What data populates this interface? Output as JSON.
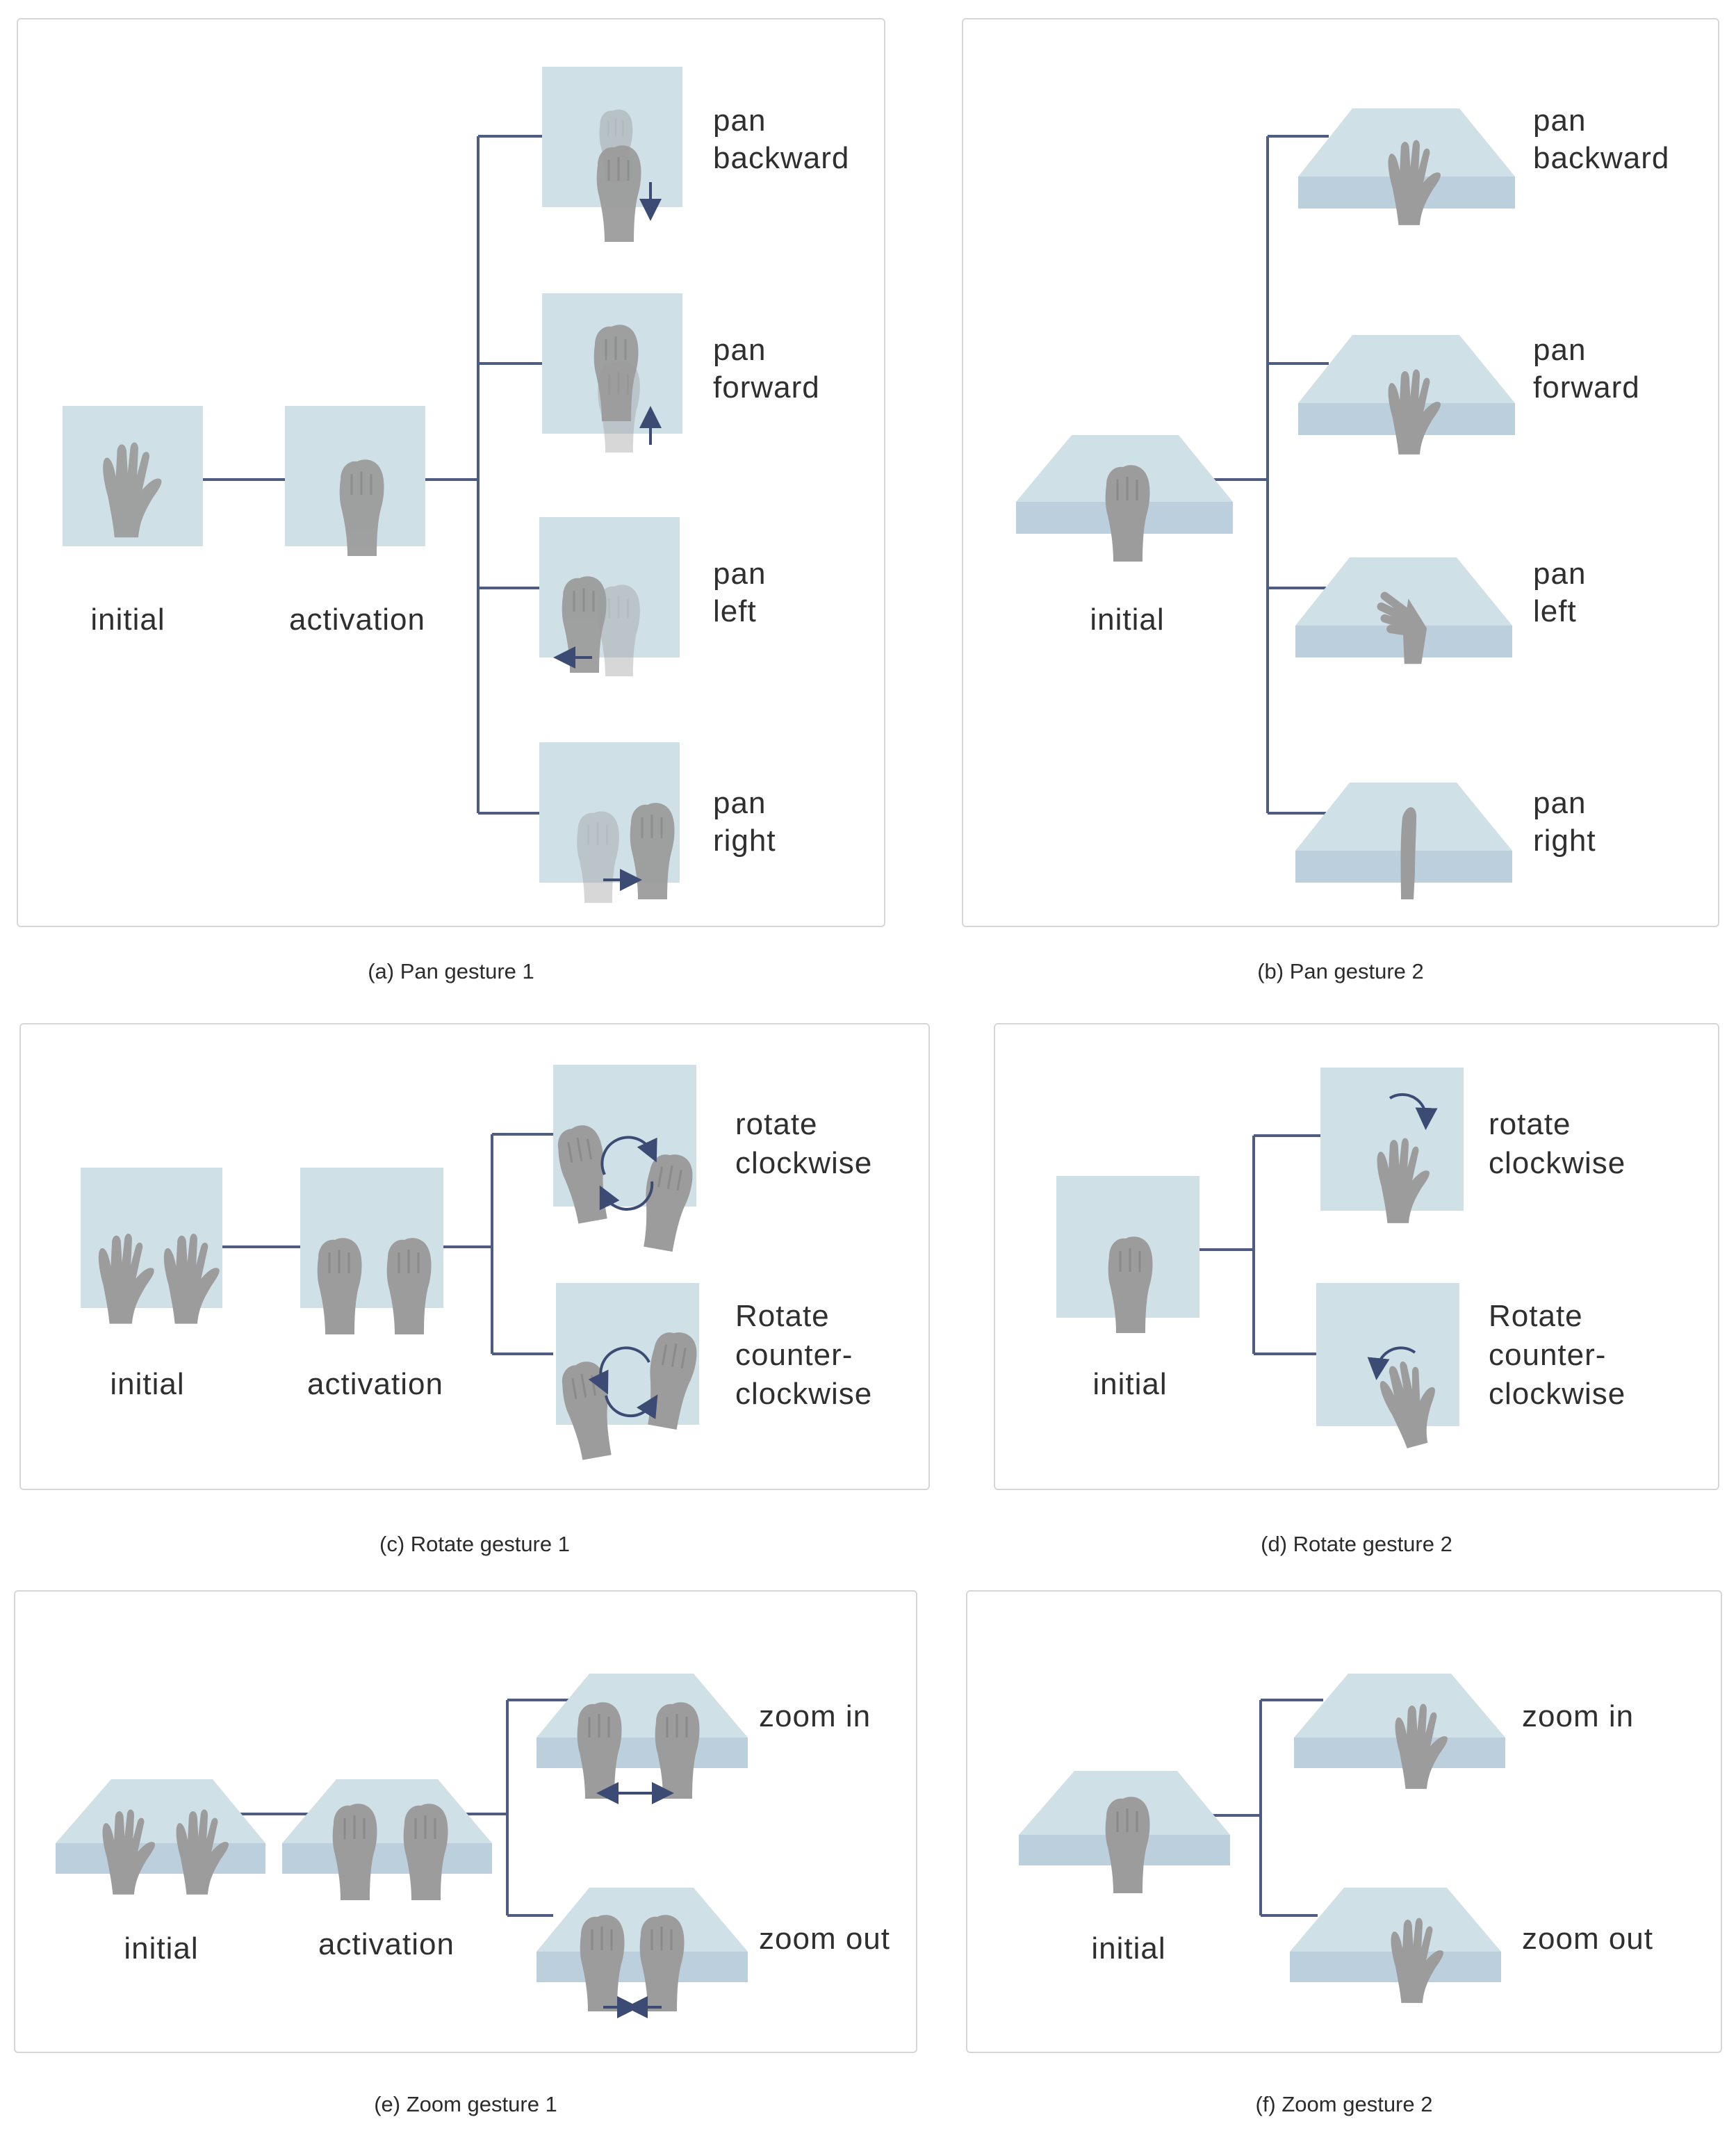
{
  "panels": {
    "a": {
      "caption": "(a) Pan gesture 1",
      "initial": "initial",
      "activation": "activation",
      "branch1": [
        "pan",
        "backward"
      ],
      "branch2": [
        "pan",
        "forward"
      ],
      "branch3": [
        "pan",
        "left"
      ],
      "branch4": [
        "pan",
        "right"
      ]
    },
    "b": {
      "caption": "(b) Pan gesture 2",
      "initial": "initial",
      "branch1": [
        "pan",
        "backward"
      ],
      "branch2": [
        "pan",
        "forward"
      ],
      "branch3": [
        "pan",
        "left"
      ],
      "branch4": [
        "pan",
        "right"
      ]
    },
    "c": {
      "caption": "(c) Rotate gesture 1",
      "initial": "initial",
      "activation": "activation",
      "branch1": [
        "rotate",
        "clockwise"
      ],
      "branch2": [
        "Rotate",
        "counter-",
        "clockwise"
      ]
    },
    "d": {
      "caption": "(d) Rotate gesture 2",
      "initial": "initial",
      "branch1": [
        "rotate",
        "clockwise"
      ],
      "branch2": [
        "Rotate",
        "counter-",
        "clockwise"
      ]
    },
    "e": {
      "caption": "(e) Zoom gesture 1",
      "initial": "initial",
      "activation": "activation",
      "branch1": [
        "zoom in"
      ],
      "branch2": [
        "zoom out"
      ]
    },
    "f": {
      "caption": "(f) Zoom gesture 2",
      "initial": "initial",
      "branch1": [
        "zoom in"
      ],
      "branch2": [
        "zoom out"
      ]
    }
  },
  "colors": {
    "surface": "#d0e0e7",
    "surface_front": "#bccfdd",
    "connector": "#4d5c80",
    "hand": "#9c9c9c",
    "arrow": "#3c4b73",
    "border": "#d6d6d6"
  }
}
